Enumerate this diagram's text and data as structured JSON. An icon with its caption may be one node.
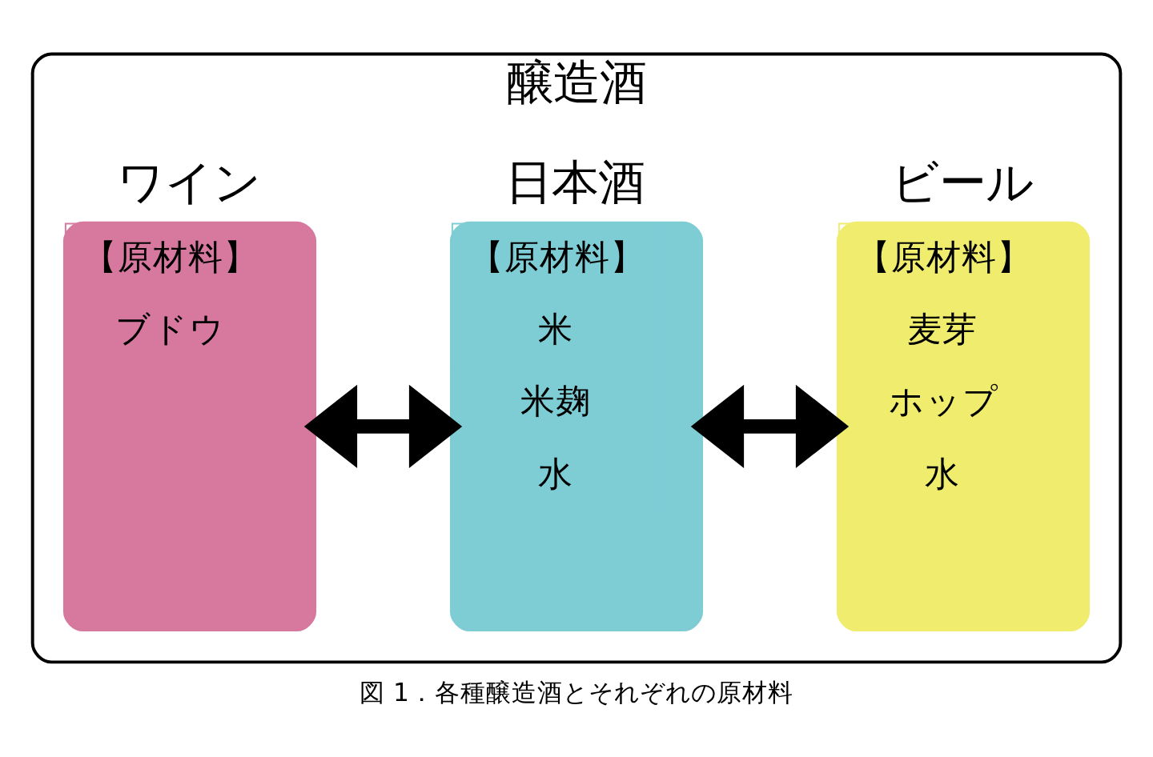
{
  "diagram": {
    "caption": "図 1．各種醸造酒とそれぞれの原材料",
    "nodes": [
      {
        "text": [
          "醸造酒"
        ]
      },
      {
        "text": [
          "ワイン",
          "【原材料】",
          "ブドウ"
        ],
        "in": 0
      },
      {
        "text": [
          "日本酒",
          "【原材料】",
          "米",
          "米麹",
          "水"
        ],
        "in": 0
      },
      {
        "text": [
          "ビール",
          "【原材料】",
          "麦芽",
          "ホップ",
          "水"
        ],
        "in": 0
      }
    ],
    "edges": [
      {
        "from": 1,
        "to": 2,
        "arrow": "both"
      },
      {
        "from": 2,
        "to": 3,
        "arrow": "both"
      }
    ]
  }
}
